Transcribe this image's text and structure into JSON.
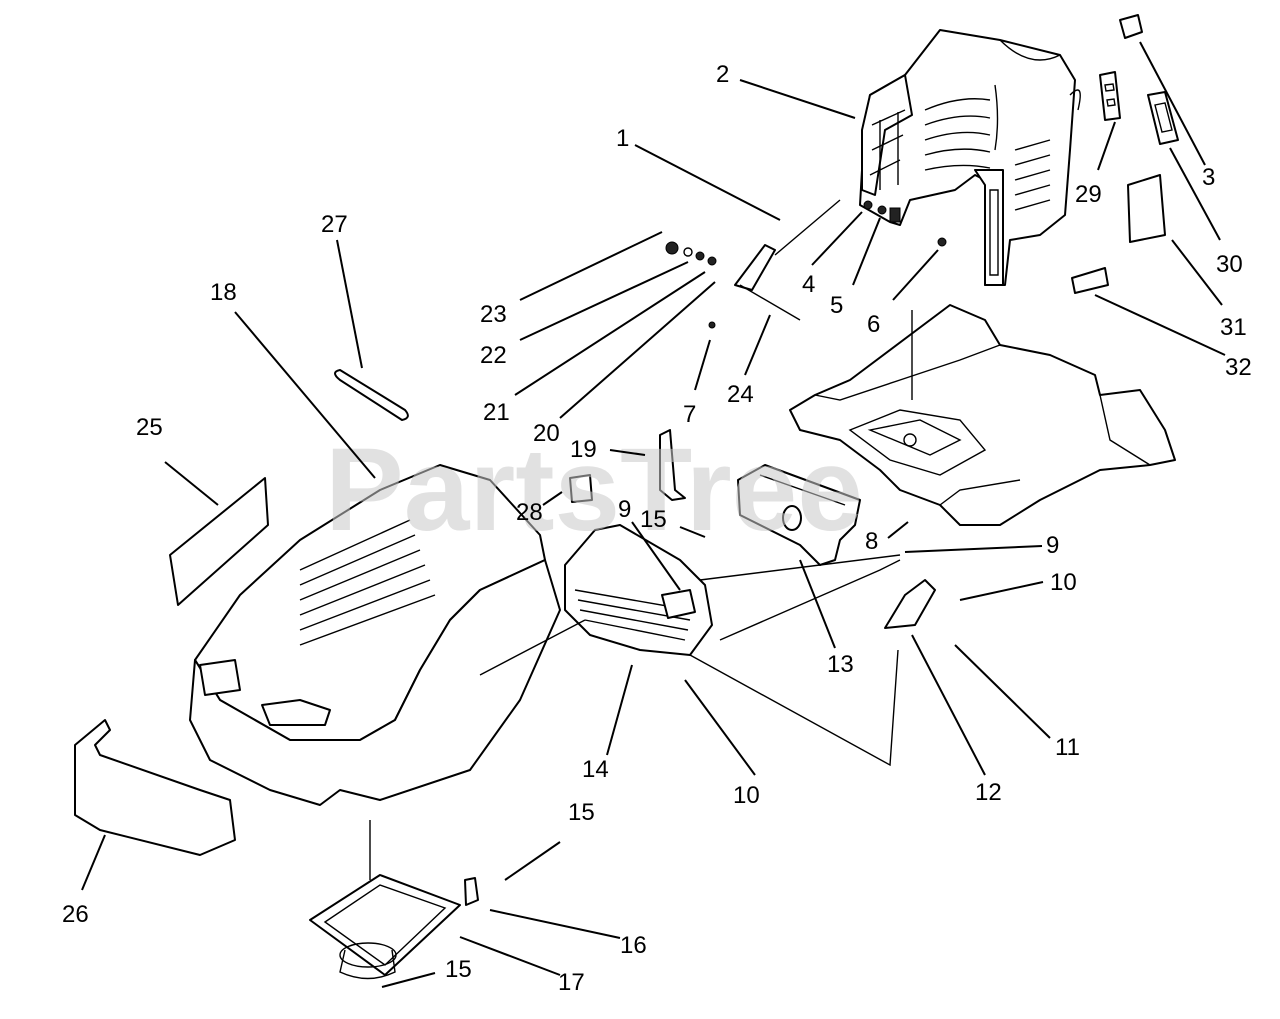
{
  "watermark": "PartsTree",
  "callouts": [
    {
      "id": "c1",
      "label": "1"
    },
    {
      "id": "c2",
      "label": "2"
    },
    {
      "id": "c3",
      "label": "3"
    },
    {
      "id": "c4",
      "label": "4"
    },
    {
      "id": "c5",
      "label": "5"
    },
    {
      "id": "c6",
      "label": "6"
    },
    {
      "id": "c7",
      "label": "7"
    },
    {
      "id": "c8",
      "label": "8"
    },
    {
      "id": "c9a",
      "label": "9"
    },
    {
      "id": "c9b",
      "label": "9"
    },
    {
      "id": "c10a",
      "label": "10"
    },
    {
      "id": "c10b",
      "label": "10"
    },
    {
      "id": "c11",
      "label": "11"
    },
    {
      "id": "c12",
      "label": "12"
    },
    {
      "id": "c13",
      "label": "13"
    },
    {
      "id": "c14",
      "label": "14"
    },
    {
      "id": "c15a",
      "label": "15"
    },
    {
      "id": "c15b",
      "label": "15"
    },
    {
      "id": "c15c",
      "label": "15"
    },
    {
      "id": "c16",
      "label": "16"
    },
    {
      "id": "c17",
      "label": "17"
    },
    {
      "id": "c18",
      "label": "18"
    },
    {
      "id": "c19",
      "label": "19"
    },
    {
      "id": "c20",
      "label": "20"
    },
    {
      "id": "c21",
      "label": "21"
    },
    {
      "id": "c22",
      "label": "22"
    },
    {
      "id": "c23",
      "label": "23"
    },
    {
      "id": "c24",
      "label": "24"
    },
    {
      "id": "c25",
      "label": "25"
    },
    {
      "id": "c26",
      "label": "26"
    },
    {
      "id": "c27",
      "label": "27"
    },
    {
      "id": "c28",
      "label": "28"
    },
    {
      "id": "c29",
      "label": "29"
    },
    {
      "id": "c30",
      "label": "30"
    },
    {
      "id": "c31",
      "label": "31"
    },
    {
      "id": "c32",
      "label": "32"
    }
  ]
}
